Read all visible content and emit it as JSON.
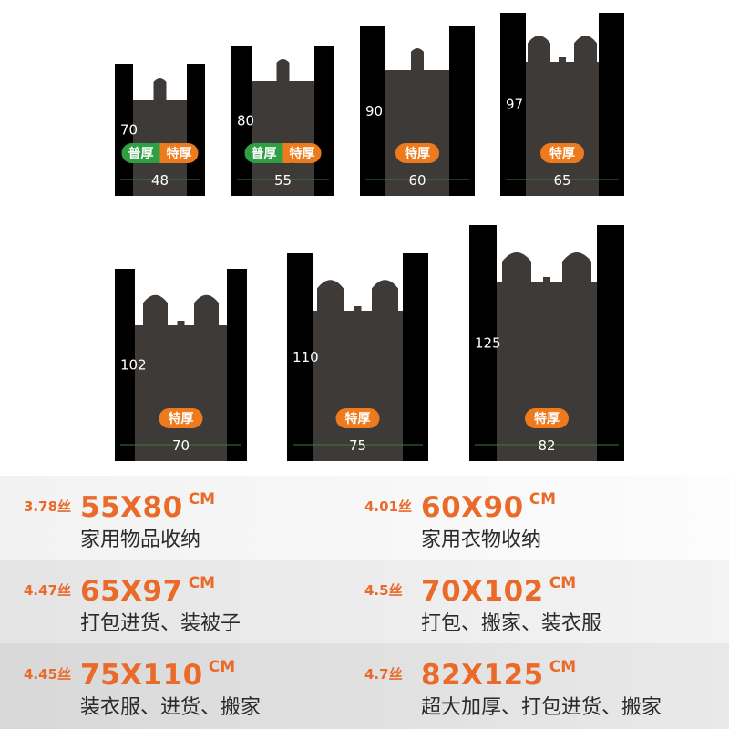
{
  "bags": [
    {
      "height": "70",
      "width": "48",
      "badges": [
        "普厚",
        "特厚"
      ]
    },
    {
      "height": "80",
      "width": "55",
      "badges": [
        "普厚",
        "特厚"
      ]
    },
    {
      "height": "90",
      "width": "60",
      "badges": [
        "特厚"
      ]
    },
    {
      "height": "97",
      "width": "65",
      "badges": [
        "特厚"
      ]
    },
    {
      "height": "102",
      "width": "70",
      "badges": [
        "特厚"
      ]
    },
    {
      "height": "110",
      "width": "75",
      "badges": [
        "特厚"
      ]
    },
    {
      "height": "125",
      "width": "82",
      "badges": [
        "特厚"
      ]
    }
  ],
  "colors": {
    "bag": "#3e3a38",
    "bag_side": "#000000",
    "normal_badge": "#2ea043",
    "thick_badge": "#ee7a1e",
    "accent": "#ea6a2a",
    "guide": "#3a7d3a"
  },
  "specs": [
    {
      "thickness": "3.78丝",
      "size": "55X80",
      "unit": "CM",
      "use": "家用物品收纳"
    },
    {
      "thickness": "4.01丝",
      "size": "60X90",
      "unit": "CM",
      "use": "家用衣物收纳"
    },
    {
      "thickness": "4.47丝",
      "size": "65X97",
      "unit": "CM",
      "use": "打包进货、装被子"
    },
    {
      "thickness": "4.5丝",
      "size": "70X102",
      "unit": "CM",
      "use": "打包、搬家、装衣服"
    },
    {
      "thickness": "4.45丝",
      "size": "75X110",
      "unit": "CM",
      "use": "装衣服、进货、搬家"
    },
    {
      "thickness": "4.7丝",
      "size": "82X125",
      "unit": "CM",
      "use": "超大加厚、打包进货、搬家"
    }
  ]
}
